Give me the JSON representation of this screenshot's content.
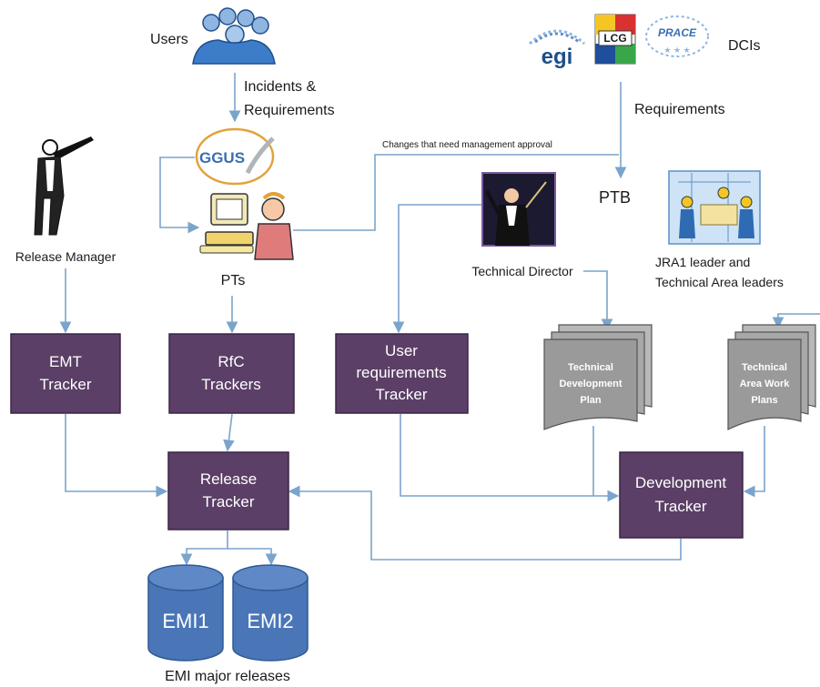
{
  "top_left": {
    "users_label": "Users",
    "incidents_line1": "Incidents &",
    "incidents_line2": "Requirements",
    "ggus_logo_text": "GGUS",
    "pts_label": "PTs",
    "release_manager_label": "Release Manager"
  },
  "top_right": {
    "egi_logo_text": "egi",
    "lcg_logo_text": "LCG",
    "prace_logo_text": "PRACE",
    "dcis_label": "DCIs",
    "requirements_label": "Requirements",
    "approval_label": "Changes that need management approval",
    "ptb_label": "PTB",
    "technical_director_label": "Technical Director",
    "jra1_line1": "JRA1 leader and",
    "jra1_line2": "Technical Area leaders"
  },
  "trackers": {
    "emt_line1": "EMT",
    "emt_line2": "Tracker",
    "rfc_line1": "RfC",
    "rfc_line2": "Trackers",
    "user_req_line1": "User",
    "user_req_line2": "requirements",
    "user_req_line3": "Tracker",
    "release_line1": "Release",
    "release_line2": "Tracker",
    "development_line1": "Development",
    "development_line2": "Tracker"
  },
  "documents": {
    "tdp_line1": "Technical",
    "tdp_line2": "Development",
    "tdp_line3": "Plan",
    "tawp_line1": "Technical",
    "tawp_line2": "Area Work",
    "tawp_line3": "Plans"
  },
  "releases": {
    "emi1": "EMI1",
    "emi2": "EMI2",
    "caption": "EMI major releases"
  },
  "colors": {
    "tracker_box": "#5b3f66",
    "connector": "#7ba4cc",
    "database": "#4a76b8",
    "document": "#9a9a9a"
  }
}
